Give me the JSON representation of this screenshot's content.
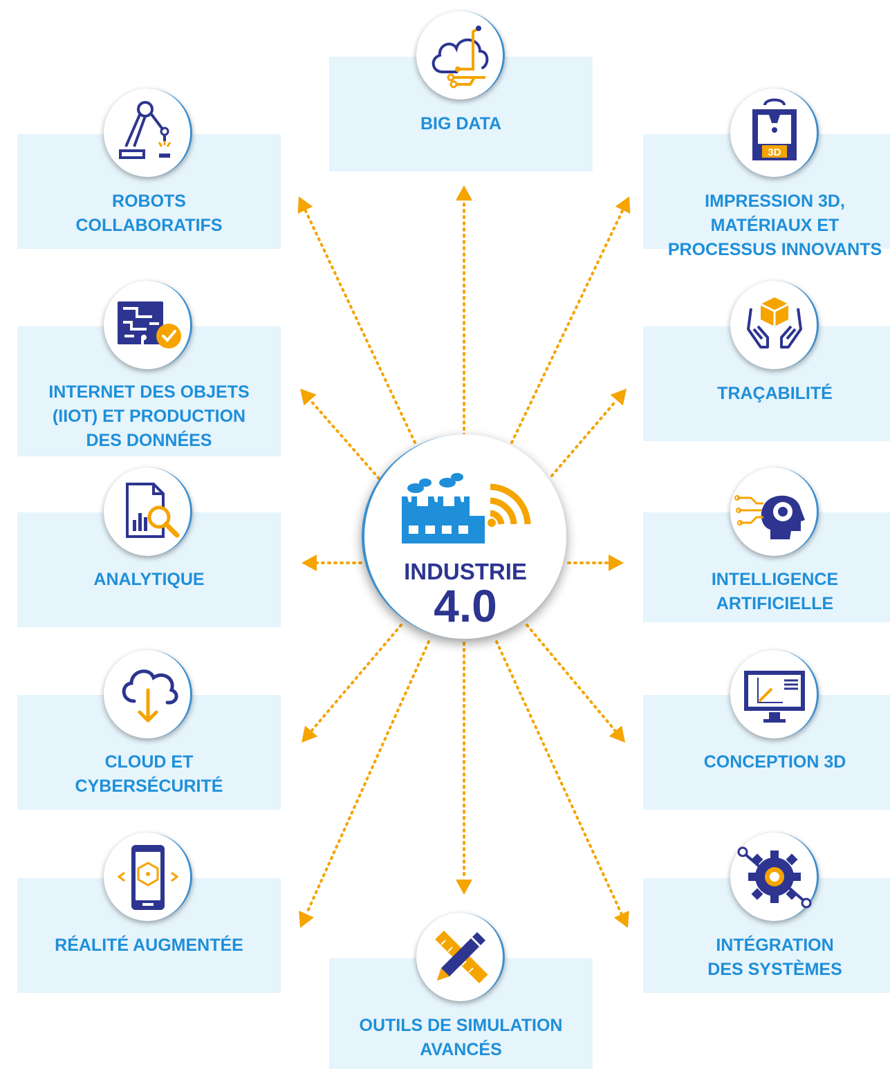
{
  "center": {
    "title": "INDUSTRIE",
    "version": "4.0",
    "icon": "factory-wifi-icon"
  },
  "colors": {
    "label_blue": "#1e8fd8",
    "dark_blue": "#2d3590",
    "arrow_orange": "#f5a400",
    "box_bg": "#e6f4fc"
  },
  "items": [
    {
      "id": "big-data",
      "lines": [
        "BIG DATA"
      ],
      "icon": "cloud-network-icon"
    },
    {
      "id": "robots",
      "lines": [
        "ROBOTS",
        "COLLABORATIFS"
      ],
      "icon": "robot-arm-icon"
    },
    {
      "id": "impression",
      "lines": [
        "IMPRESSION 3D,",
        "MATÉRIAUX ET",
        "PROCESSUS INNOVANTS"
      ],
      "icon": "3d-printer-icon"
    },
    {
      "id": "iot",
      "lines": [
        "INTERNET DES OBJETS",
        "(IIOT) ET PRODUCTION",
        "DES DONNÉES"
      ],
      "icon": "circuit-check-icon"
    },
    {
      "id": "tracabilite",
      "lines": [
        "TRAÇABILITÉ"
      ],
      "icon": "hands-box-icon"
    },
    {
      "id": "analytique",
      "lines": [
        "ANALYTIQUE"
      ],
      "icon": "report-magnifier-icon"
    },
    {
      "id": "ia",
      "lines": [
        "INTELLIGENCE",
        "ARTIFICIELLE"
      ],
      "icon": "head-gear-icon"
    },
    {
      "id": "cloud",
      "lines": [
        "CLOUD ET",
        "CYBERSÉCURITÉ"
      ],
      "icon": "cloud-download-icon"
    },
    {
      "id": "conception",
      "lines": [
        "CONCEPTION 3D"
      ],
      "icon": "monitor-chart-icon"
    },
    {
      "id": "realite",
      "lines": [
        "RÉALITÉ AUGMENTÉE"
      ],
      "icon": "phone-ar-icon"
    },
    {
      "id": "integration",
      "lines": [
        "INTÉGRATION",
        "DES SYSTÈMES"
      ],
      "icon": "gear-circuit-icon"
    },
    {
      "id": "simulation",
      "lines": [
        "OUTILS DE SIMULATION",
        "AVANCÉS"
      ],
      "icon": "pencil-ruler-icon"
    }
  ]
}
